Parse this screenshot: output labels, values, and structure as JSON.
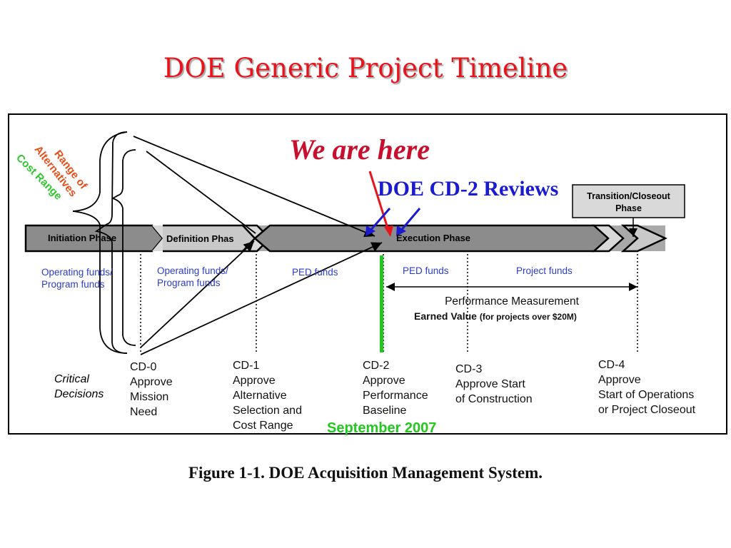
{
  "title": "DOE Generic Project Timeline",
  "annotations": {
    "we_are_here": "We are here",
    "cd2_reviews": "DOE CD-2 Reviews",
    "range_of_alternatives": "Range of\nAlternatives",
    "cost_range": "Cost Range",
    "september": "September 2007"
  },
  "phases": {
    "initiation": "Initiation Phase",
    "definition": "Definition Phas",
    "execution": "Execution Phase",
    "transition": "Transition/Closeout\nPhase"
  },
  "funds": {
    "f1": "Operating funds/\nProgram funds",
    "f2": "Operating funds/\nProgram funds",
    "f3": "PED funds",
    "f4": "PED funds",
    "f5": "Project funds"
  },
  "performance": {
    "label": "Performance Measurement",
    "earned_value": "Earned Value",
    "note": "(for projects over $20M)"
  },
  "critical_decisions_label": "Critical\nDecisions",
  "decisions": {
    "cd0": "CD-0\nApprove\nMission\nNeed",
    "cd1": "CD-1\nApprove\nAlternative\nSelection and\nCost Range",
    "cd2": "CD-2\nApprove\nPerformance\nBaseline",
    "cd3": "CD-3\nApprove Start\nof Construction",
    "cd4": "CD-4\nApprove\nStart of Operations\nor Project Closeout"
  },
  "caption": "Figure 1-1. DOE Acquisition Management System.",
  "colors": {
    "title": "#e8141c",
    "we_are_here": "#c8102e",
    "cd2_reviews": "#1a1ad0",
    "range": "#e8501a",
    "cost": "#2ec82e",
    "september": "#22c81e",
    "funds": "#2b3ec8"
  }
}
